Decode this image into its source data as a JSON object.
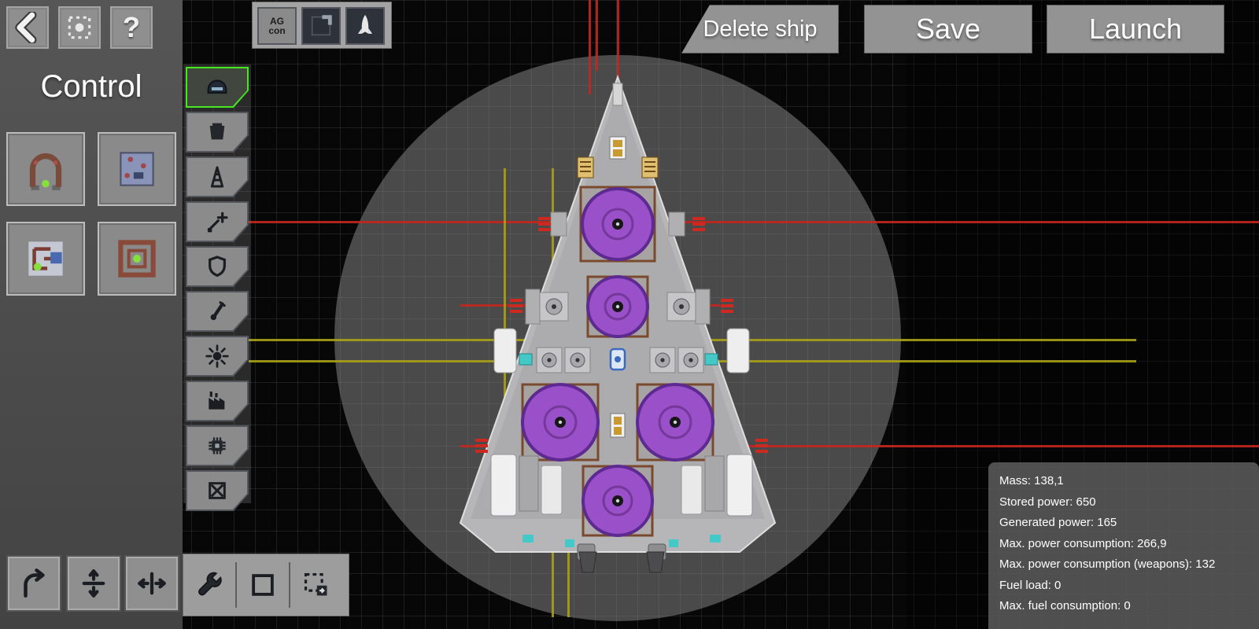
{
  "topbar": {
    "back_icon": "back-chevron-icon",
    "grid_settings_icon": "grid-dots-icon",
    "help_label": "?",
    "center_buttons": [
      {
        "label": "AG con",
        "icon": "autogroup-config-icon"
      },
      {
        "label": "",
        "icon": "blueprint-icon"
      },
      {
        "label": "",
        "icon": "rocket-icon"
      }
    ],
    "delete_ship_label": "Delete ship",
    "save_label": "Save",
    "launch_label": "Launch"
  },
  "left_panel": {
    "title": "Control",
    "parts": [
      {
        "icon": "arch-frame-part-icon"
      },
      {
        "icon": "panel-part-icon"
      },
      {
        "icon": "circuit-part-icon"
      },
      {
        "icon": "targeting-part-icon"
      }
    ],
    "transform_buttons": [
      {
        "icon": "rotate-icon"
      },
      {
        "icon": "flip-vertical-icon"
      },
      {
        "icon": "flip-horizontal-icon"
      }
    ]
  },
  "category_toolbar": {
    "selected_index": 0,
    "items": [
      {
        "icon": "helmet-icon",
        "selected": true
      },
      {
        "icon": "container-icon",
        "selected": false
      },
      {
        "icon": "antenna-icon",
        "selected": false
      },
      {
        "icon": "power-node-icon",
        "selected": false
      },
      {
        "icon": "shield-icon",
        "selected": false
      },
      {
        "icon": "cannon-icon",
        "selected": false
      },
      {
        "icon": "generator-icon",
        "selected": false
      },
      {
        "icon": "factory-icon",
        "selected": false
      },
      {
        "icon": "chip-icon",
        "selected": false
      },
      {
        "icon": "remove-icon",
        "selected": false
      }
    ]
  },
  "edit_tools": [
    {
      "icon": "wrench-icon"
    },
    {
      "icon": "select-box-icon"
    },
    {
      "icon": "paste-box-icon"
    }
  ],
  "stats_panel": {
    "lines": [
      "Mass: 138,1",
      "Stored power: 650",
      "Generated power: 165",
      "Max. power consumption: 266,9",
      "Max. power consumption (weapons): 132",
      "Fuel load: 0",
      "Max. fuel consumption: 0"
    ]
  },
  "colors": {
    "selected_outline": "#46e81e",
    "reactor_purple": "#9a50c8",
    "range_red": "#c3261e",
    "range_yellow": "#a8a016",
    "hull_gray": "#b6b6b8",
    "accent_cyan": "#45c8c8"
  }
}
